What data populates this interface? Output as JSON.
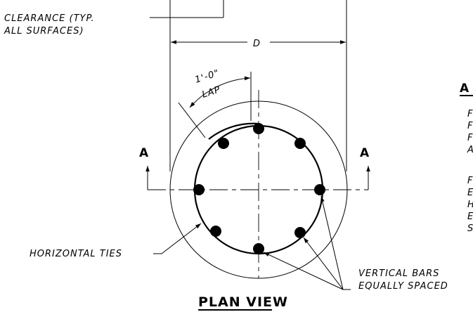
{
  "labels": {
    "clearance_line1": "CLEARANCE (TYP.",
    "clearance_line2": "ALL SURFACES)",
    "dimension_d": "D",
    "lap_length": "1'-0\"",
    "lap": "LAP",
    "section_left": "A",
    "section_right": "A",
    "horizontal_ties": "HORIZONTAL TIES",
    "vertical_bars_line1": "VERTICAL BARS",
    "vertical_bars_line2": "EQUALLY SPACED",
    "title": "PLAN VIEW",
    "right_heading": "A",
    "right_col_1": "F",
    "right_col_2": "F",
    "right_col_3": "F",
    "right_col_4": "A",
    "right_col_5": "F",
    "right_col_6": "E",
    "right_col_7": "H",
    "right_col_8": "E",
    "right_col_9": "S"
  },
  "colors": {
    "ink": "#000000",
    "background": "#ffffff"
  }
}
